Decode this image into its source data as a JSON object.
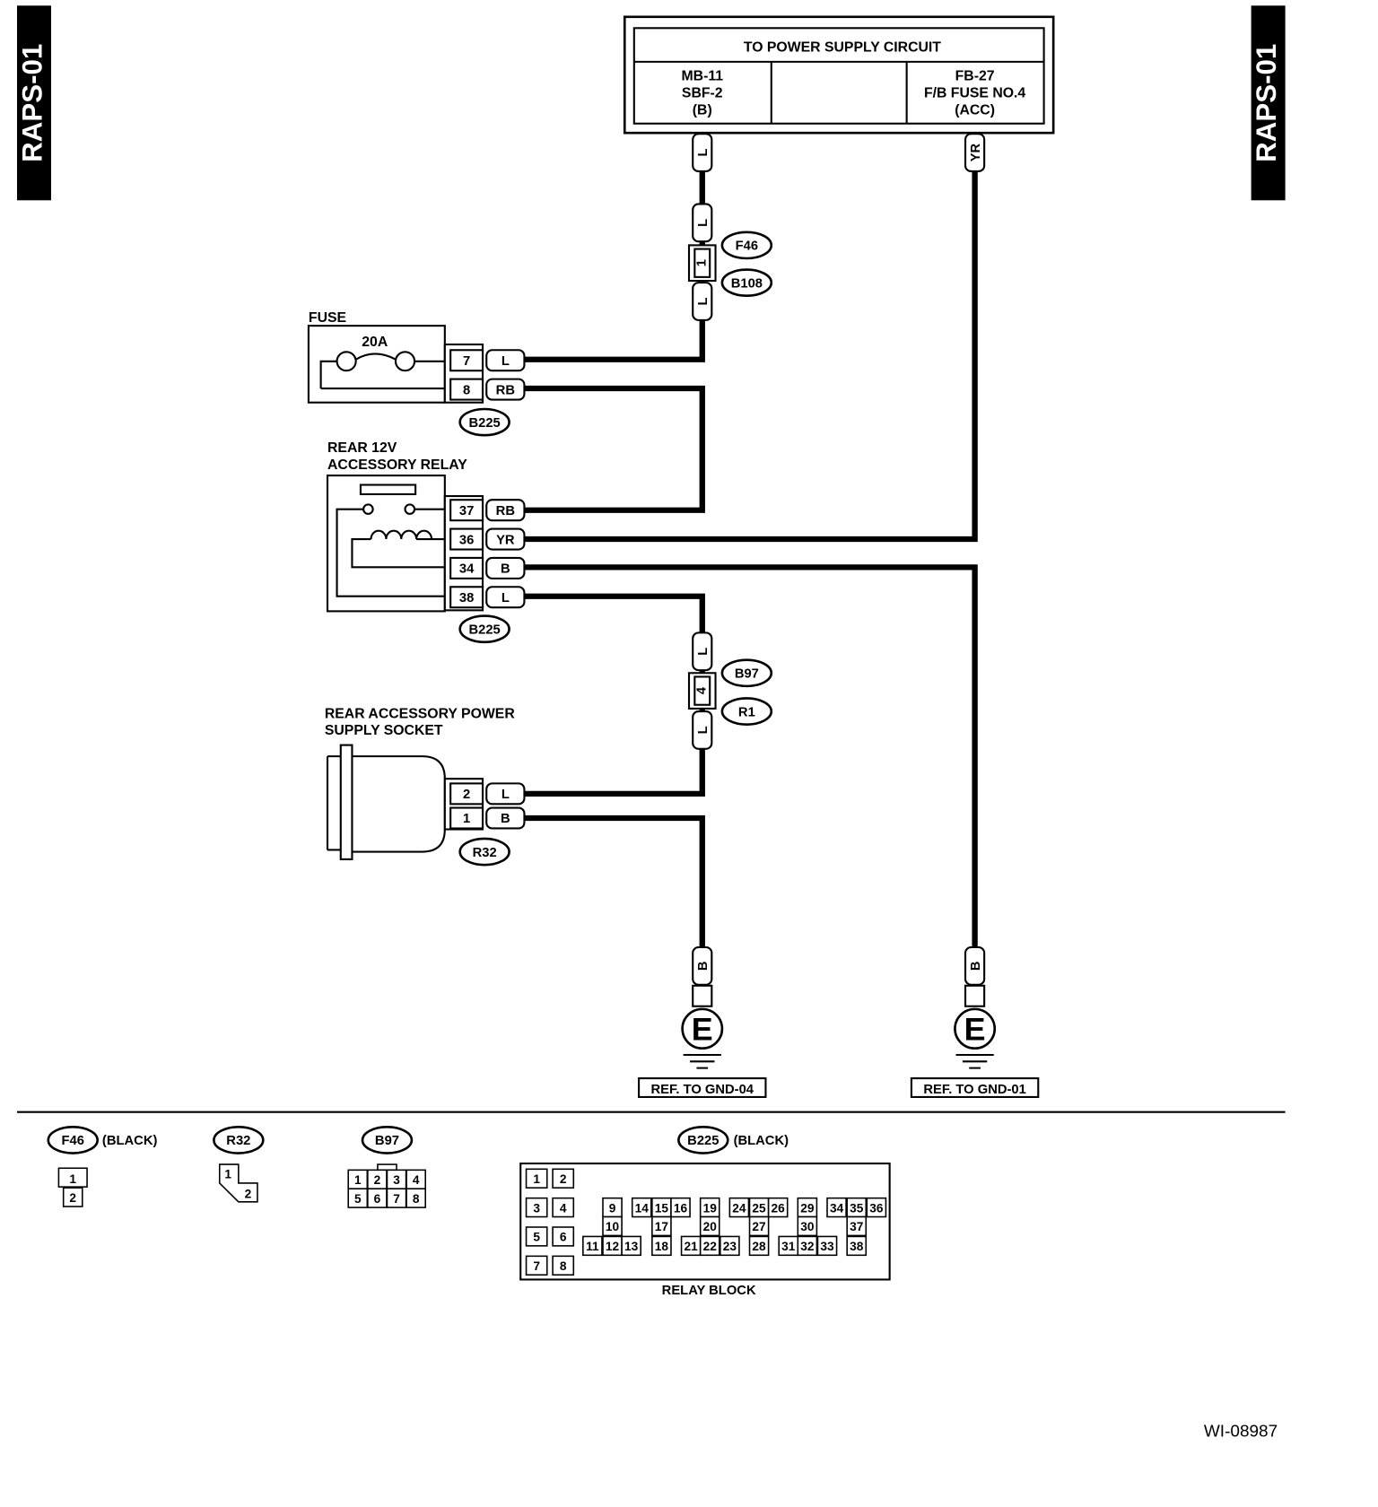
{
  "side_tabs": {
    "left": "RAPS-01",
    "right": "RAPS-01"
  },
  "power_supply": {
    "title": "TO POWER SUPPLY CIRCUIT",
    "left_cell": [
      "MB-11",
      "SBF-2",
      "(B)"
    ],
    "right_cell": [
      "FB-27",
      "F/B FUSE NO.4",
      "(ACC)"
    ]
  },
  "fuse": {
    "label": "FUSE",
    "rating": "20A"
  },
  "relay": {
    "label": [
      "REAR 12V",
      "ACCESSORY RELAY"
    ]
  },
  "socket": {
    "label": [
      "REAR ACCESSORY POWER",
      "SUPPLY SOCKET"
    ]
  },
  "wire_colors": {
    "ps_left": "L",
    "ps_right": "YR",
    "f46_top": "L",
    "f46_bottom": "L",
    "b97_top": "L",
    "b97_bottom": "L",
    "gnd_left": "B",
    "gnd_right": "B"
  },
  "connectors": {
    "fuse_b225": [
      {
        "pin": "7",
        "wire": "L"
      },
      {
        "pin": "8",
        "wire": "RB"
      }
    ],
    "relay_b225": [
      {
        "pin": "37",
        "wire": "RB"
      },
      {
        "pin": "36",
        "wire": "YR"
      },
      {
        "pin": "34",
        "wire": "B"
      },
      {
        "pin": "38",
        "wire": "L"
      }
    ],
    "socket_r32": [
      {
        "pin": "2",
        "wire": "L"
      },
      {
        "pin": "1",
        "wire": "B"
      }
    ],
    "joint_f46": "1",
    "joint_b97": "4"
  },
  "ovals": {
    "f46": "F46",
    "b108": "B108",
    "b225_fuse": "B225",
    "b225_relay": "B225",
    "b97": "B97",
    "r1": "R1",
    "r32": "R32"
  },
  "grounds": {
    "left": {
      "symbol": "E",
      "ref": "REF. TO GND-04"
    },
    "right": {
      "symbol": "E",
      "ref": "REF. TO GND-01"
    }
  },
  "legend": {
    "f46": {
      "name": "F46",
      "note": "(BLACK)",
      "pins": [
        "1",
        "2"
      ]
    },
    "r32": {
      "name": "R32",
      "pins": [
        "1",
        "2"
      ]
    },
    "b97": {
      "name": "B97",
      "pins": [
        "1",
        "2",
        "3",
        "4",
        "5",
        "6",
        "7",
        "8"
      ]
    },
    "b225": {
      "name": "B225",
      "note": "(BLACK)",
      "caption": "RELAY BLOCK",
      "left_pins": [
        "1",
        "2",
        "3",
        "4",
        "5",
        "6",
        "7",
        "8"
      ],
      "grid_top": [
        "9",
        "14",
        "15",
        "16",
        "19",
        "24",
        "25",
        "26",
        "29",
        "34",
        "35",
        "36"
      ],
      "grid_mid": [
        "10",
        "17",
        "20",
        "27",
        "30",
        "37"
      ],
      "grid_bot": [
        "11",
        "12",
        "13",
        "18",
        "21",
        "22",
        "23",
        "28",
        "31",
        "32",
        "33",
        "38"
      ]
    }
  },
  "footer_code": "WI-08987",
  "colors": {
    "ink": "#000000",
    "paper": "#ffffff"
  }
}
